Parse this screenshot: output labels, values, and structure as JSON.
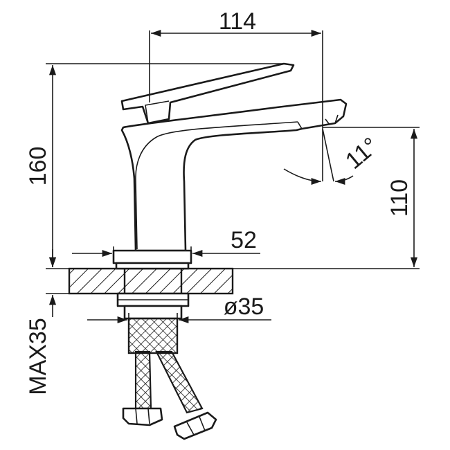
{
  "dimensions": {
    "spout_reach": "114",
    "total_height": "160",
    "spout_height": "110",
    "base_width": "52",
    "shank_diameter": "ø35",
    "max_counter_thickness": "MAX35",
    "spout_angle": "11°"
  }
}
